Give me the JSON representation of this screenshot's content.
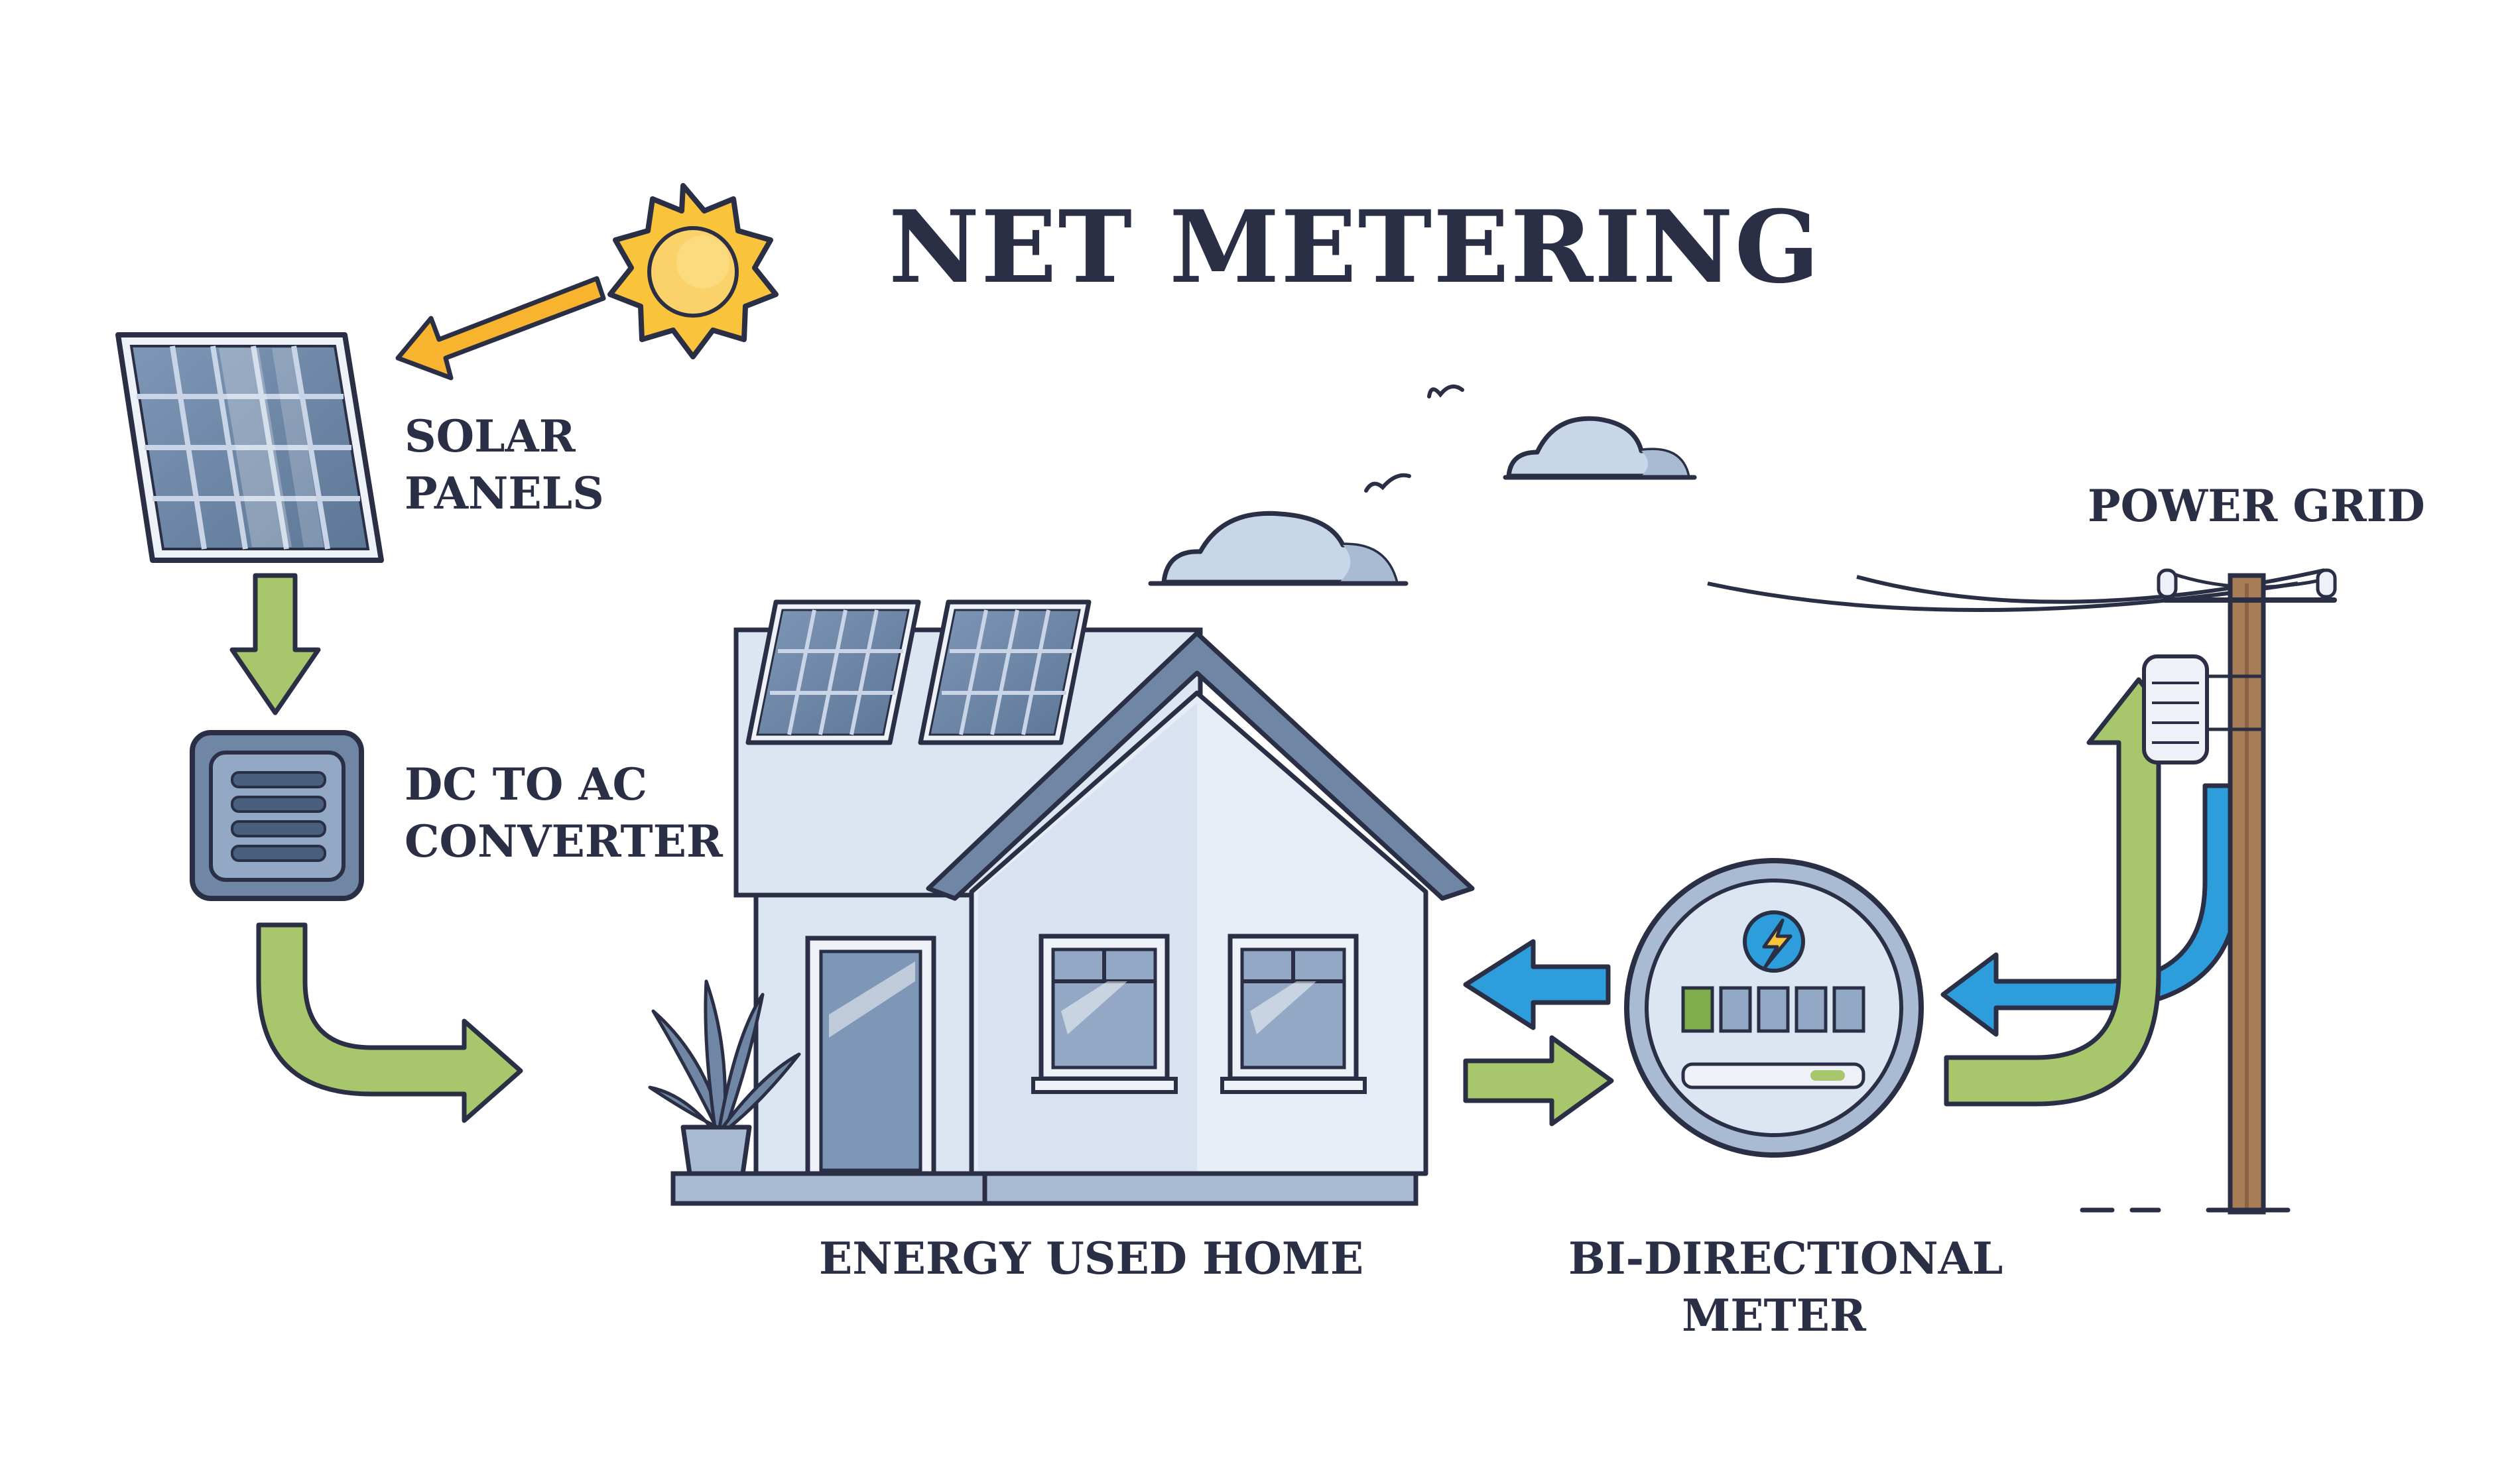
{
  "title": "NET METERING",
  "labels": {
    "solar_panels": [
      "SOLAR",
      "PANELS"
    ],
    "converter": [
      "DC TO AC",
      "CONVERTER"
    ],
    "home": "ENERGY USED HOME",
    "meter": [
      "BI-DIRECTIONAL",
      "METER"
    ],
    "grid": "POWER GRID"
  },
  "colors": {
    "outline": "#2a2f45",
    "sun": "#f9c33b",
    "sun_arrow": "#f8b32f",
    "green_arrow": "#a8c66c",
    "blue_arrow": "#2d9ddb",
    "house_light": "#dce6f3",
    "house_mid": "#a9bad3",
    "panel_blue": "#6f87a5",
    "pole_wood": "#a77c57",
    "cloud": "#c7d6e8"
  }
}
